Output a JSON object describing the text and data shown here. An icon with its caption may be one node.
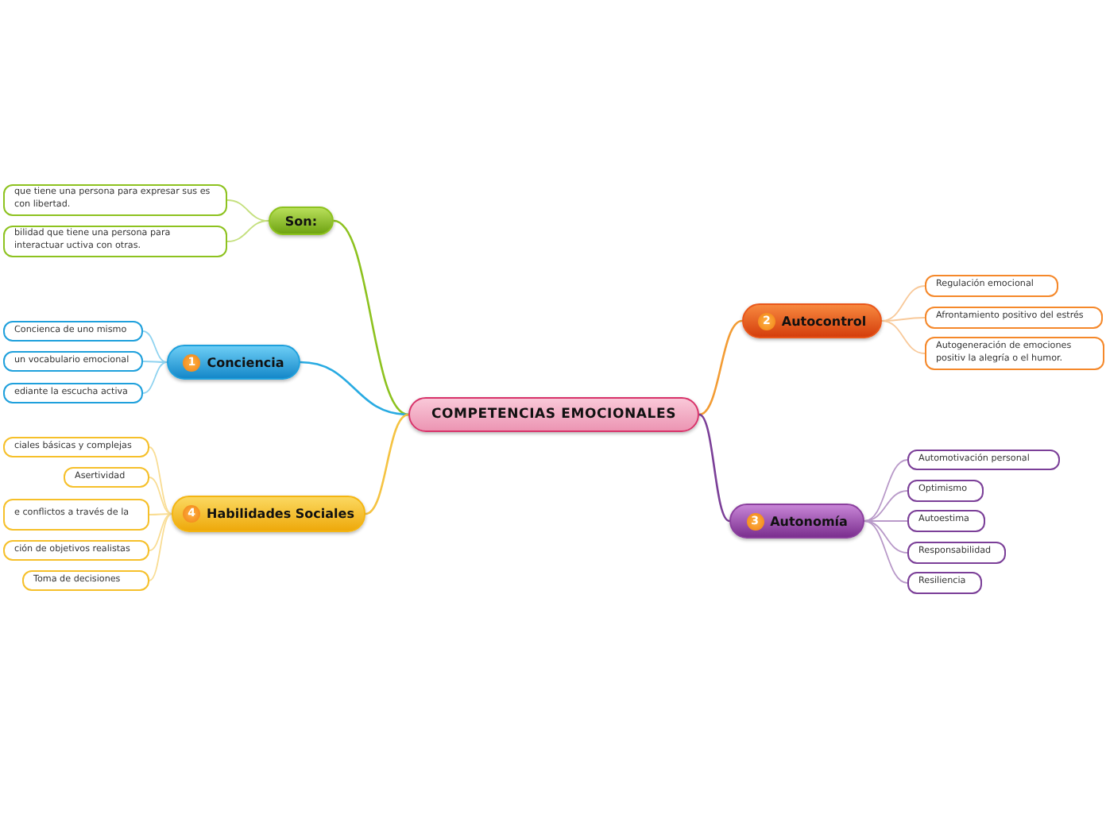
{
  "diagram": {
    "nodes": [
      {
        "text": [
          "COMPETENCIAS EMOCIONALES"
        ]
      },
      {
        "text": [
          "Son:"
        ]
      },
      {
        "text": [
          "que tiene una persona para expresar sus es con libertad."
        ]
      },
      {
        "text": [
          "bilidad que tiene una persona para interactuar uctiva con otras."
        ]
      },
      {
        "text": [
          "2",
          "Autocontrol"
        ]
      },
      {
        "text": [
          "Regulación emocional"
        ]
      },
      {
        "text": [
          "Afrontamiento positivo del estrés"
        ]
      },
      {
        "text": [
          "Autogeneración de emociones positiv la alegría o el humor."
        ]
      },
      {
        "text": [
          "1",
          "Conciencia"
        ]
      },
      {
        "text": [
          "Concienca de uno mismo"
        ]
      },
      {
        "text": [
          "un vocabulario emocional"
        ]
      },
      {
        "text": [
          "ediante la escucha activa"
        ]
      },
      {
        "text": [
          "4",
          "Habilidades Sociales"
        ]
      },
      {
        "text": [
          "ciales básicas y complejas"
        ]
      },
      {
        "text": [
          "Asertividad"
        ]
      },
      {
        "text": [
          "e conflictos a través de la"
        ]
      },
      {
        "text": [
          "ción de objetivos realistas"
        ]
      },
      {
        "text": [
          "Toma de decisiones"
        ]
      },
      {
        "text": [
          "3",
          "Autonomía"
        ]
      },
      {
        "text": [
          "Automotivación personal"
        ]
      },
      {
        "text": [
          "Optimismo"
        ]
      },
      {
        "text": [
          "Autoestima"
        ]
      },
      {
        "text": [
          "Responsabilidad"
        ]
      },
      {
        "text": [
          "Resiliencia"
        ]
      }
    ],
    "edges": [
      {
        "from": 0,
        "to": 1,
        "arrow": "none",
        "color": "#8dc21f"
      },
      {
        "from": 1,
        "to": 2,
        "arrow": "none",
        "color": "#c5e07f"
      },
      {
        "from": 1,
        "to": 3,
        "arrow": "none",
        "color": "#c5e07f"
      },
      {
        "from": 0,
        "to": 4,
        "arrow": "none",
        "color": "#f39c34"
      },
      {
        "from": 4,
        "to": 5,
        "arrow": "none",
        "color": "#f8c99a"
      },
      {
        "from": 4,
        "to": 6,
        "arrow": "none",
        "color": "#f8c99a"
      },
      {
        "from": 4,
        "to": 7,
        "arrow": "none",
        "color": "#f8c99a"
      },
      {
        "from": 0,
        "to": 8,
        "arrow": "none",
        "color": "#29abe2"
      },
      {
        "from": 8,
        "to": 9,
        "arrow": "none",
        "color": "#8fd3f0"
      },
      {
        "from": 8,
        "to": 10,
        "arrow": "none",
        "color": "#8fd3f0"
      },
      {
        "from": 8,
        "to": 11,
        "arrow": "none",
        "color": "#8fd3f0"
      },
      {
        "from": 0,
        "to": 12,
        "arrow": "none",
        "color": "#f5c342"
      },
      {
        "from": 12,
        "to": 13,
        "arrow": "none",
        "color": "#f9dd94"
      },
      {
        "from": 12,
        "to": 14,
        "arrow": "none",
        "color": "#f9dd94"
      },
      {
        "from": 12,
        "to": 15,
        "arrow": "none",
        "color": "#f9dd94"
      },
      {
        "from": 12,
        "to": 16,
        "arrow": "none",
        "color": "#f9dd94"
      },
      {
        "from": 12,
        "to": 17,
        "arrow": "none",
        "color": "#f9dd94"
      },
      {
        "from": 0,
        "to": 18,
        "arrow": "none",
        "color": "#7b3f98"
      },
      {
        "from": 18,
        "to": 19,
        "arrow": "none",
        "color": "#b99ac9"
      },
      {
        "from": 18,
        "to": 20,
        "arrow": "none",
        "color": "#b99ac9"
      },
      {
        "from": 18,
        "to": 21,
        "arrow": "none",
        "color": "#b99ac9"
      },
      {
        "from": 18,
        "to": 22,
        "arrow": "none",
        "color": "#b99ac9"
      },
      {
        "from": 18,
        "to": 23,
        "arrow": "none",
        "color": "#b99ac9"
      }
    ]
  }
}
